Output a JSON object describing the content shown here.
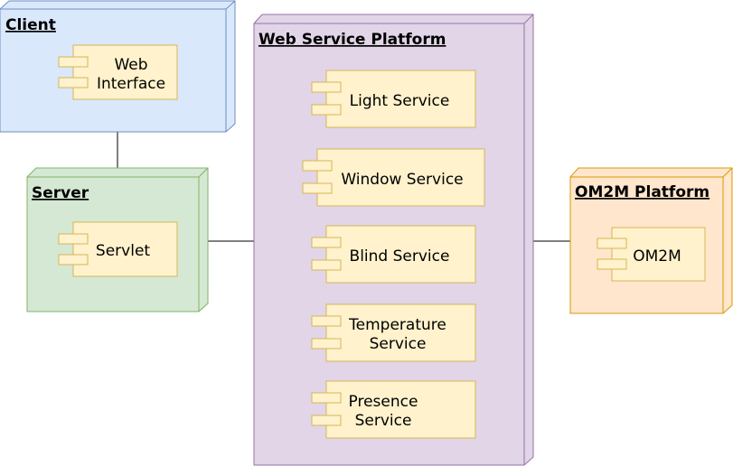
{
  "nodes": {
    "client": {
      "title": "Client",
      "components": [
        {
          "lines": [
            "Web",
            "Interface"
          ]
        }
      ]
    },
    "server": {
      "title": "Server",
      "components": [
        {
          "lines": [
            "Servlet"
          ]
        }
      ]
    },
    "web_service_platform": {
      "title": "Web Service Platform",
      "components": [
        {
          "lines": [
            "Light Service"
          ]
        },
        {
          "lines": [
            "Window Service"
          ]
        },
        {
          "lines": [
            "Blind Service"
          ]
        },
        {
          "lines": [
            "Temperature",
            "Service"
          ]
        },
        {
          "lines": [
            "Presence",
            "Service"
          ]
        }
      ]
    },
    "om2m_platform": {
      "title": "OM2M Platform",
      "components": [
        {
          "lines": [
            "OM2M"
          ]
        }
      ]
    }
  },
  "colors": {
    "client_fill": "#dae8fc",
    "client_stroke": "#6c8ebf",
    "server_fill": "#d5e8d4",
    "server_stroke": "#82b366",
    "platform_fill": "#e1d5e7",
    "platform_stroke": "#9673a6",
    "om2m_fill": "#ffe6cc",
    "om2m_stroke": "#d79b00",
    "component_fill": "#fff2cc",
    "component_stroke": "#d6b656",
    "connector": "#000000"
  }
}
